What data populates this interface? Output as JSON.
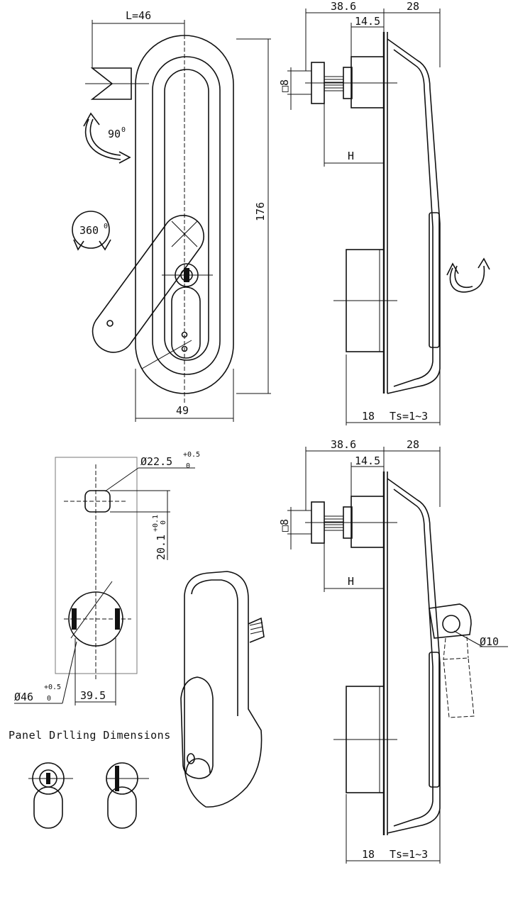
{
  "labels": {
    "length_L": "L=46",
    "rotation_90": "90",
    "rotation_90_sup": "0",
    "rotation_360": "360",
    "rotation_360_sup": "0",
    "height_176": "176",
    "width_49": "49",
    "top_38_6": "38.6",
    "top_28": "28",
    "top_14_5": "14.5",
    "top_square_8": "8",
    "top_H": "H",
    "top_18": "18",
    "top_ts": "Ts=1~3",
    "drill_d22_5": "22.5",
    "drill_d22_5_tol_upper": "+0.5",
    "drill_d22_5_tol_lower": "0",
    "drill_20_1": "20.1",
    "drill_20_1_tol_upper": "+0.1",
    "drill_20_1_tol_lower": "0",
    "drill_d46": "46",
    "drill_d46_tol_upper": "+0.5",
    "drill_d46_tol_lower": "0",
    "drill_39_5": "39.5",
    "bottom_38_6": "38.6",
    "bottom_28": "28",
    "bottom_14_5": "14.5",
    "bottom_square_8": "8",
    "bottom_H": "H",
    "bottom_d10": "10",
    "bottom_18": "18",
    "bottom_ts": "Ts=1~3",
    "panel_caption": "Panel Drlling Dimensions"
  },
  "symbols": {
    "diameter": "Ø",
    "square": "□"
  },
  "icons": [
    "rotate-90-arrow-icon",
    "rotate-360-arrow-icon",
    "swing-arrow-icon"
  ]
}
